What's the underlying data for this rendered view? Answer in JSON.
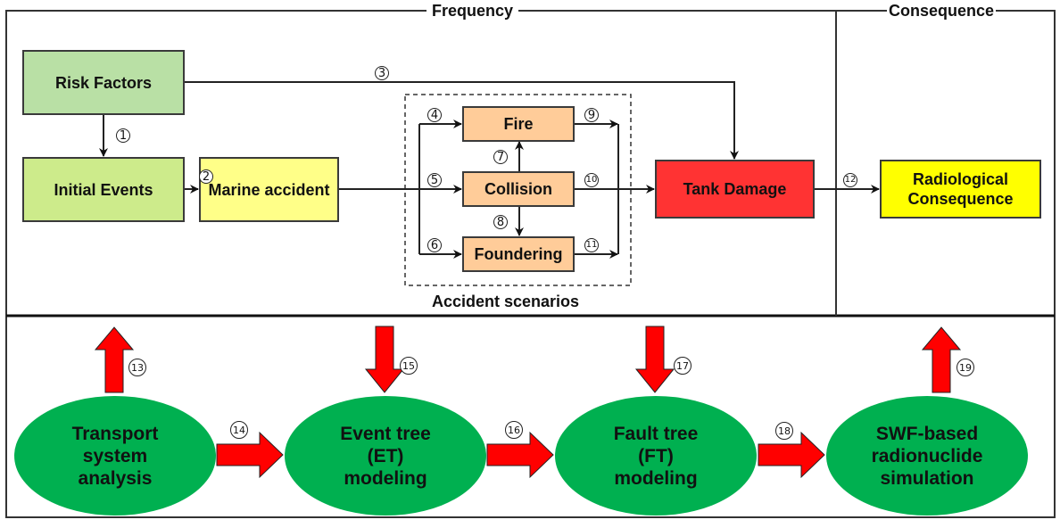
{
  "sections": {
    "frequency": "Frequency",
    "consequence": "Consequence",
    "accident_scenarios": "Accident scenarios"
  },
  "nodes": {
    "risk_factors": "Risk Factors",
    "initial_events": "Initial Events",
    "marine_accident": "Marine accident",
    "fire": "Fire",
    "collision": "Collision",
    "foundering": "Foundering",
    "tank_damage": "Tank Damage",
    "radiological_line1": "Radiological",
    "radiological_line2": "Consequence"
  },
  "methods": [
    {
      "line1": "Transport",
      "line2": "system",
      "line3": "analysis"
    },
    {
      "line1": "Event tree",
      "line2": "(ET)",
      "line3": "modeling"
    },
    {
      "line1": "Fault tree",
      "line2": "(FT)",
      "line3": "modeling"
    },
    {
      "line1": "SWF-based",
      "line2": "radionuclide",
      "line3": "simulation"
    }
  ],
  "step_numbers": [
    "1",
    "2",
    "3",
    "4",
    "5",
    "6",
    "7",
    "8",
    "9",
    "10",
    "11",
    "12",
    "13",
    "14",
    "15",
    "16",
    "17",
    "18",
    "19"
  ],
  "colors": {
    "risk_factors": "#b9e0a5",
    "initial_events": "#cdeb8b",
    "marine_accident": "#ffff88",
    "scenario": "#ffcc99",
    "tank_damage": "#ff3333",
    "radiological": "#ffff00",
    "ellipse": "#00b050",
    "big_arrow": "#ff0000"
  }
}
